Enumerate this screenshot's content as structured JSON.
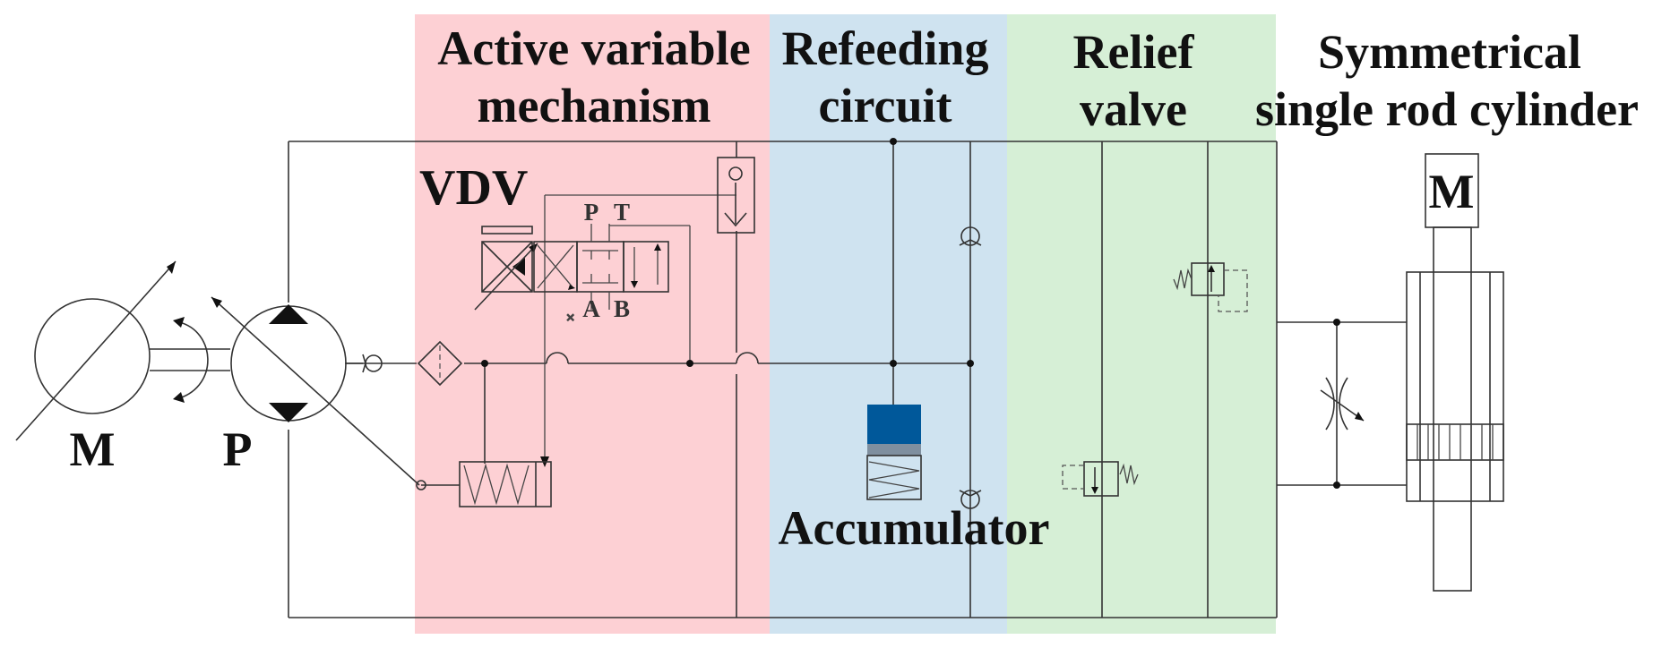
{
  "regions": {
    "active_variable": {
      "line1": "Active variable",
      "line2": "mechanism",
      "color": "#fdd0d4"
    },
    "refeeding": {
      "line1": "Refeeding",
      "line2": "circuit",
      "color": "#cfe3f0"
    },
    "relief": {
      "line1": "Relief",
      "line2": "valve",
      "color": "#d6efd6"
    }
  },
  "labels": {
    "cylinder_line1": "Symmetrical",
    "cylinder_line2": "single rod cylinder",
    "vdv": "VDV",
    "motor": "M",
    "pump": "P",
    "load_mass": "M",
    "accumulator": "Accumulator"
  },
  "valve_ports": {
    "p": "P",
    "t": "T",
    "a": "A",
    "b": "B"
  },
  "colors": {
    "accumulator_fill": "#00589a",
    "accumulator_band": "#7f8f9f",
    "line": "#333333"
  }
}
